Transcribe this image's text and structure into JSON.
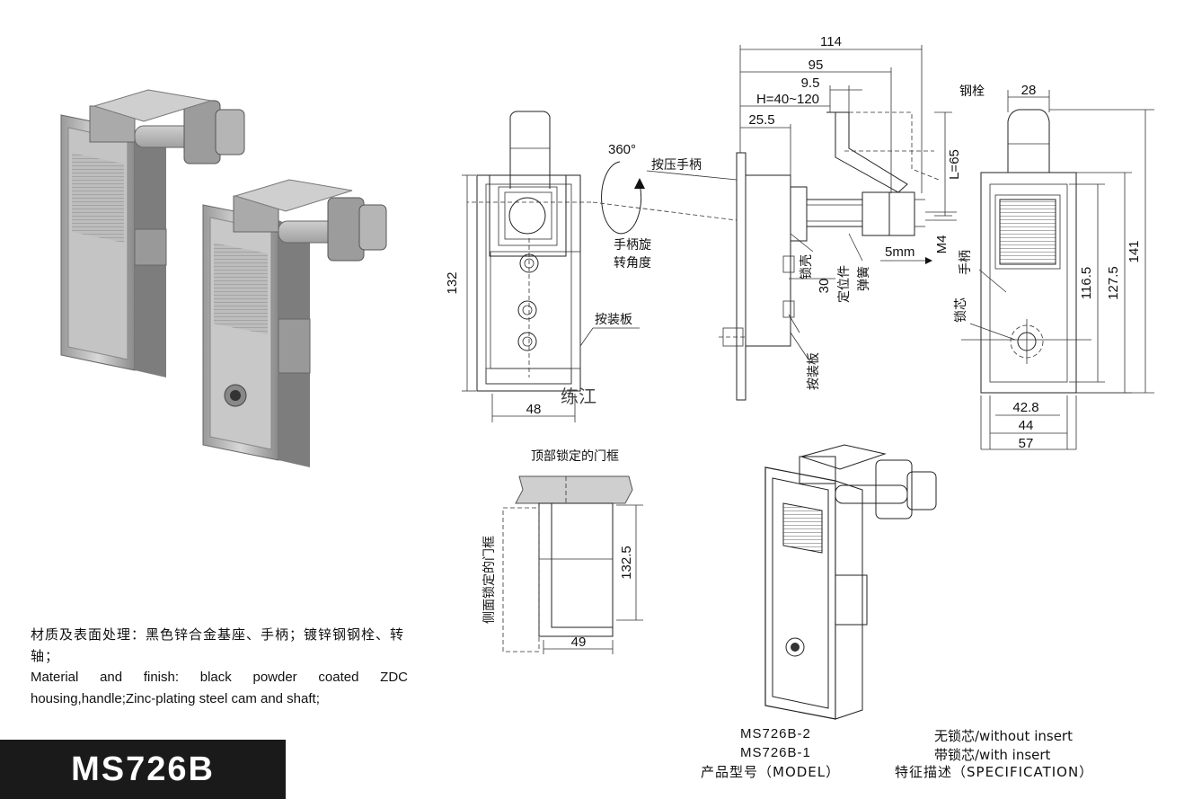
{
  "description": {
    "cn": "材质及表面处理：黑色锌合金基座、手柄；镀锌钢钢栓、转轴；",
    "en": "Material and finish: black powder coated ZDC housing,handle;Zinc-plating steel cam and shaft;"
  },
  "model_title": "MS726B",
  "front_view": {
    "height": "132",
    "width": "48",
    "rotate_angle": "360°",
    "label_press_handle": "按压手柄",
    "label_rotate_1": "手柄旋",
    "label_rotate_2": "转角度",
    "label_mount_plate": "按装板",
    "watermark": "练江"
  },
  "side_view": {
    "d114": "114",
    "d95": "95",
    "d9_5": "9.5",
    "dH": "H=40~120",
    "d25_5": "25.5",
    "dL": "L=65",
    "dM4": "M4",
    "d5mm": "5mm",
    "d30": "30",
    "label_lock_shell": "锁壳",
    "label_locator": "定位件",
    "label_spring": "弹簧",
    "label_mount_plate": "按装板"
  },
  "rear_view": {
    "label_steel_bolt": "钢栓",
    "d28": "28",
    "label_handle": "手柄",
    "label_lock_core": "锁芯",
    "d116_5": "116.5",
    "d127_5": "127.5",
    "d141": "141",
    "d42_8": "42.8",
    "d44": "44",
    "d57": "57"
  },
  "cutout_view": {
    "label_top_frame": "顶部锁定的门框",
    "label_side_frame": "侧面锁定的门框",
    "d132_5": "132.5",
    "d49": "49"
  },
  "models": {
    "row1_model": "MS726B-2",
    "row1_spec": "无锁芯/without insert",
    "row2_model": "MS726B-1",
    "row2_spec": "带锁芯/with insert",
    "header_model": "产品型号（MODEL）",
    "header_spec": "特征描述（SPECIFICATION）"
  }
}
